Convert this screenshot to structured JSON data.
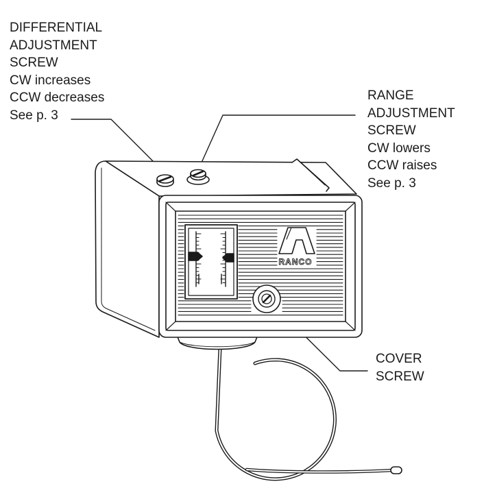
{
  "callouts": {
    "differential": {
      "lines": [
        "DIFFERENTIAL",
        "ADJUSTMENT",
        "SCREW",
        "CW increases",
        "CCW decreases",
        "See p. 3"
      ]
    },
    "range": {
      "lines": [
        "RANGE",
        "ADJUSTMENT",
        "SCREW",
        "CW lowers",
        "CCW raises",
        "See p. 3"
      ]
    },
    "cover": {
      "lines": [
        "COVER",
        "SCREW"
      ]
    }
  },
  "device": {
    "brand_label": "RANCO"
  }
}
